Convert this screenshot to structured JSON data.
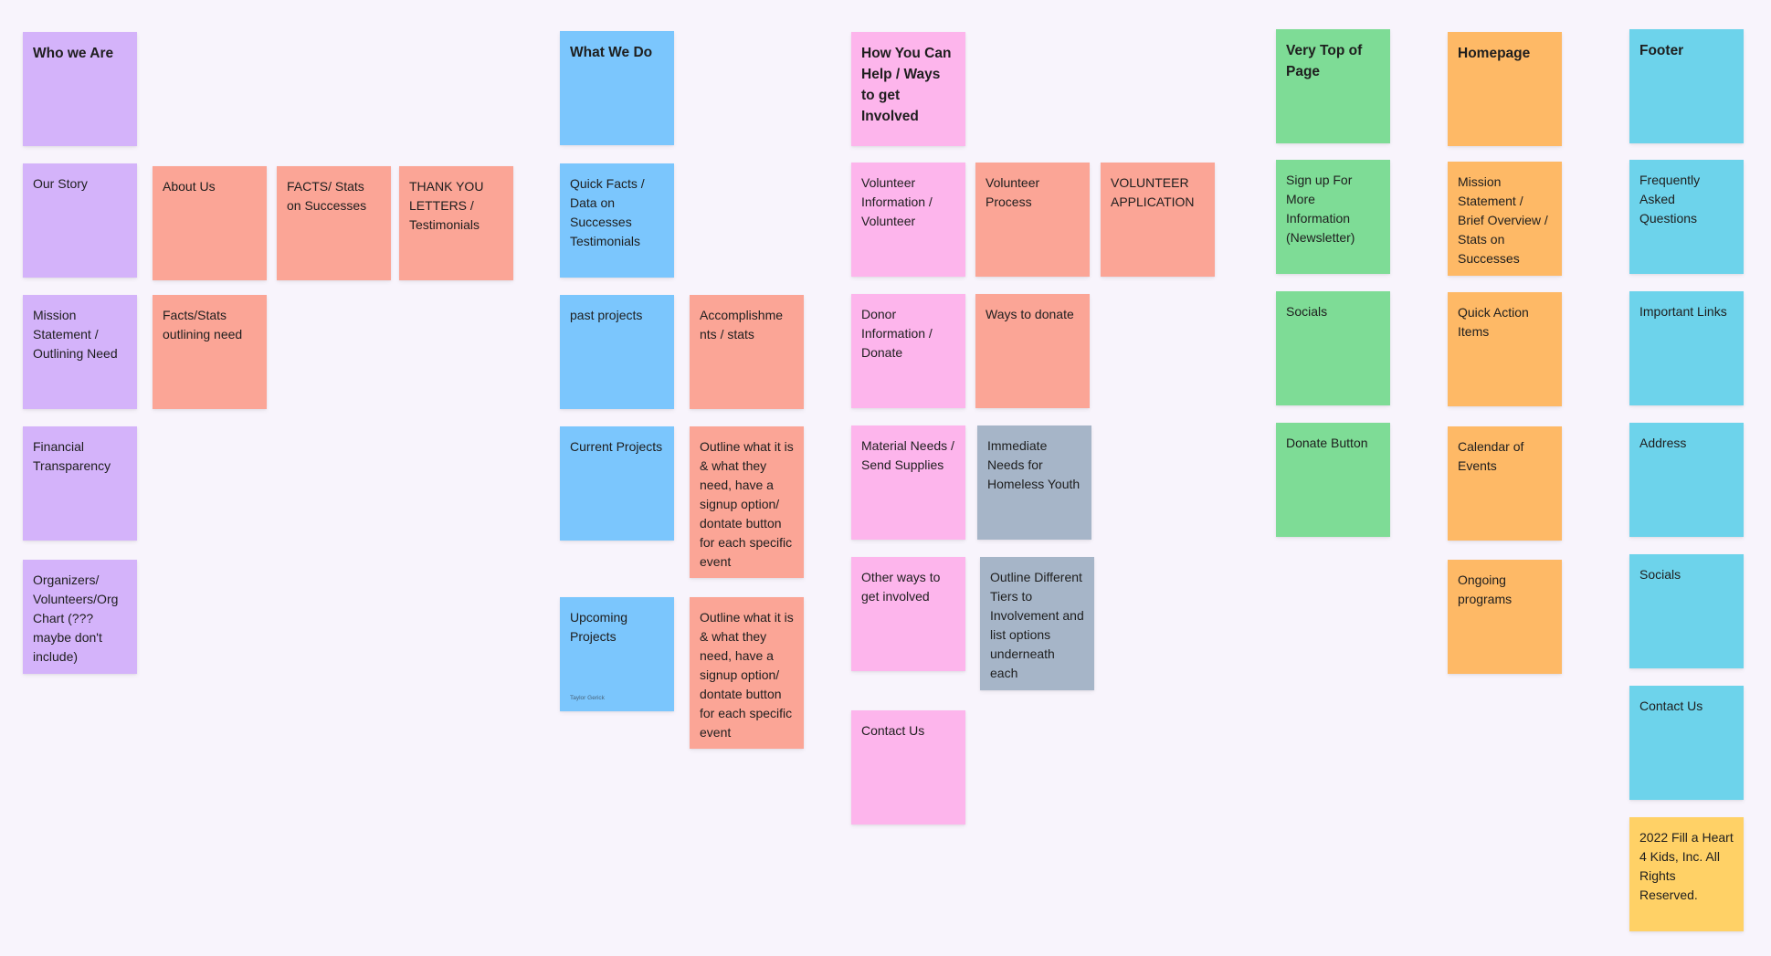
{
  "board": {
    "colors": {
      "background": "#f8f4fc",
      "purple": "#d4b3fa",
      "salmon": "#fba596",
      "blue": "#7bc6fd",
      "pink": "#fdb5ec",
      "gray": "#a6b5c8",
      "green": "#7edc96",
      "orange": "#feb966",
      "cyan": "#6dd3eb",
      "yellow": "#ffd166"
    },
    "who_we_are": {
      "header": "Who we Are",
      "our_story": "Our Story",
      "about_us": "About Us",
      "facts_stats": "FACTS/ Stats on Successes",
      "thank_you_letters": "THANK YOU LETTERS / Testimonials",
      "mission_statement": "Mission Statement / Outlining Need",
      "facts_outlining_need": "Facts/Stats outlining need",
      "financial_transparency": "Financial Transparency",
      "organizers": "Organizers/ Volunteers/Org Chart (??? maybe don't include)"
    },
    "what_we_do": {
      "header": "What We Do",
      "quick_facts": "Quick Facts / Data on Successes Testimonials",
      "past_projects": "past projects",
      "accomplishments": "Accomplishme nts / stats",
      "current_projects": "Current Projects",
      "current_outline": "Outline what it is & what they need, have a signup option/ dontate button for each specific event",
      "upcoming_projects": "Upcoming Projects",
      "upcoming_author": "Taylor Gerick",
      "upcoming_outline": "Outline what it is & what they need, have a signup option/ dontate button for each specific event"
    },
    "how_you_can_help": {
      "header": "How You Can Help / Ways to get Involved",
      "volunteer_info": "Volunteer Information / Volunteer",
      "volunteer_process": "Volunteer Process",
      "volunteer_application": "VOLUNTEER APPLICATION",
      "donor_info": "Donor Information / Donate",
      "ways_to_donate": "Ways to donate",
      "material_needs": "Material Needs / Send Supplies",
      "immediate_needs": "Immediate Needs for Homeless Youth",
      "other_ways": "Other ways to get involved",
      "outline_tiers": "Outline Different Tiers to Involvement and list options underneath each",
      "contact_us": "Contact Us"
    },
    "very_top_of_page": {
      "header": "Very Top of Page",
      "sign_up": "Sign up For More Information (Newsletter)",
      "socials": "Socials",
      "donate_button": "Donate Button"
    },
    "homepage": {
      "header": "Homepage",
      "mission_overview": "Mission Statement / Brief Overview / Stats on Successes",
      "quick_action": "Quick Action Items",
      "calendar": "Calendar of Events",
      "ongoing_programs": "Ongoing programs"
    },
    "footer": {
      "header": "Footer",
      "faq": "Frequently Asked Questions",
      "important_links": "Important Links",
      "address": "Address",
      "socials": "Socials",
      "contact_us": "Contact Us",
      "copyright": "2022 Fill a Heart 4 Kids, Inc. All Rights Reserved."
    }
  }
}
